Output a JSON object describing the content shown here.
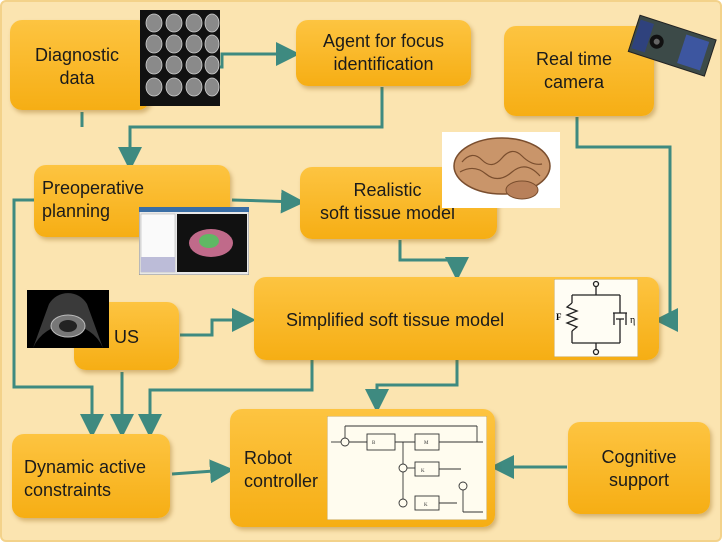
{
  "nodes": {
    "diagnostic": "Diagnostic\ndata",
    "agent": "Agent for focus\nidentification",
    "camera": "Real time\ncamera",
    "preop": "Preoperative\nplanning",
    "realistic": "Realistic\nsoft tissue model",
    "us": "US",
    "simplified": "Simplified soft tissue model",
    "dynamic": "Dynamic active\nconstraints",
    "robot": "Robot\ncontroller",
    "cognitive": "Cognitive\nsupport"
  },
  "spring_model": {
    "left_symbol": "F",
    "right_symbol": "η"
  },
  "colors": {
    "background": "#fbe4b0",
    "box": "#f8b62a",
    "arrow": "#3e8a80"
  }
}
